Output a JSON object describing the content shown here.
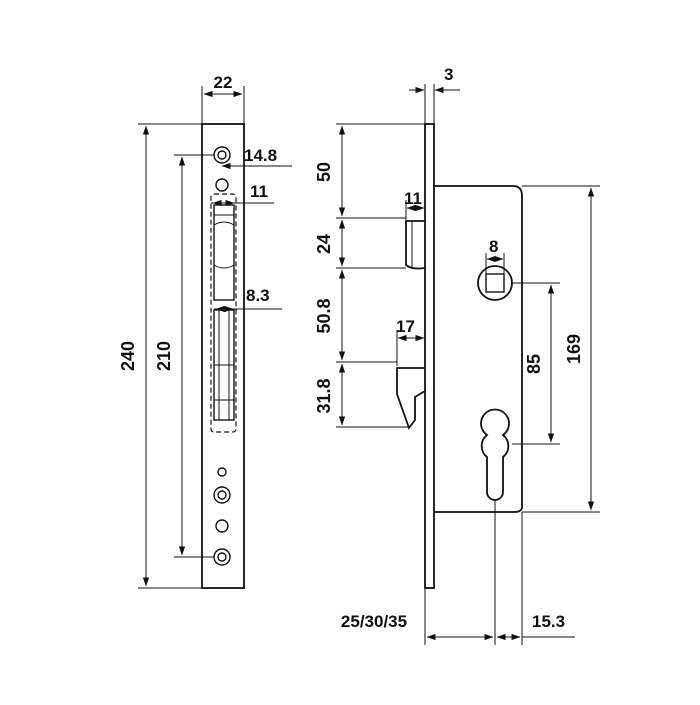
{
  "dimensions": {
    "plate_width": "22",
    "plate_height": "240",
    "hole_spacing": "210",
    "hole_offset": "14.8",
    "latch_width": "11",
    "bolt_width": "8.3",
    "plate_thickness": "3",
    "top_to_latch": "50",
    "latch_height": "24",
    "latch_to_bolt": "50.8",
    "bolt_height": "31.8",
    "latch_projection": "11",
    "bolt_projection": "17",
    "spindle_size": "8",
    "case_height": "169",
    "centre_distance": "85",
    "backset": "25/30/35",
    "cylinder_offset": "15.3"
  }
}
